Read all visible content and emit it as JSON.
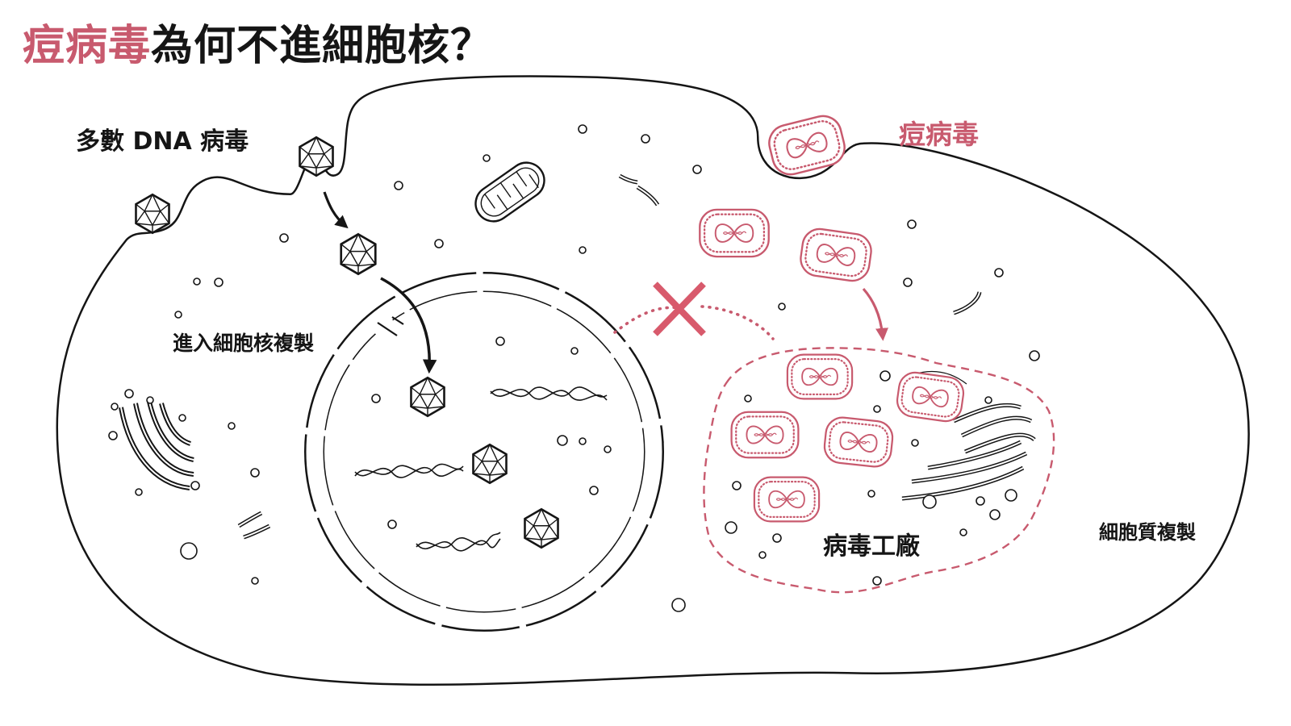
{
  "title": {
    "highlight": "痘病毒",
    "rest": "為何不進細胞核？"
  },
  "labels": {
    "dna_virus": "多數 DNA 病毒",
    "nucleus_replication": "進入細胞核複製",
    "poxvirus": "痘病毒",
    "virus_factory": "病毒工廠",
    "cytoplasm_replication": "細胞質複製"
  },
  "colors": {
    "accent": "#c85a6e",
    "ink": "#151515",
    "background": "#ffffff"
  }
}
